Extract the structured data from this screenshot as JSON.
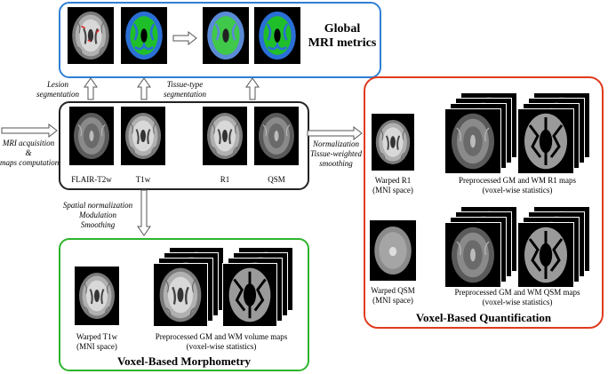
{
  "colors": {
    "global_border": "#2f7fd6",
    "main_border": "#222222",
    "vbm_border": "#2cb52c",
    "vbq_border": "#e03b1f",
    "gm": "#2a6fd6",
    "wm": "#1fbf2a"
  },
  "global_panel": {
    "title_line1": "Global",
    "title_line2": "MRI metrics"
  },
  "arrows": {
    "lesion_line1": "Lesion",
    "lesion_line2": "segmentation",
    "tissue_line1": "Tissue-type",
    "tissue_line2": "segmentation",
    "acq_line1": "MRI acquisition",
    "acq_line2": "&",
    "acq_line3": "maps computation",
    "norm_line1": "Normalization",
    "norm_line2": "Tissue-weighted",
    "norm_line3": "smoothing",
    "spatial_line1": "Spatial normalization",
    "spatial_line2": "Modulation",
    "spatial_line3": "Smoothing"
  },
  "main_panel": {
    "flair_label": "FLAIR-T2w",
    "t1w_label": "T1w",
    "r1_label": "R1",
    "qsm_label": "QSM"
  },
  "vbm_panel": {
    "warped_line1": "Warped T1w",
    "warped_line2": "(MNI space)",
    "maps_line1": "Preprocessed GM and WM volume maps",
    "maps_line2": "(voxel-wise statistics)",
    "title": "Voxel-Based Morphometry"
  },
  "vbq_panel": {
    "r1_line1": "Warped R1",
    "r1_line2": "(MNI space)",
    "r1maps_line1": "Preprocessed GM and WM R1 maps",
    "r1maps_line2": "(voxel-wise statistics)",
    "qsm_line1": "Warped QSM",
    "qsm_line2": "(MNI space)",
    "qsmmaps_line1": "Preprocessed GM and WM QSM maps",
    "qsmmaps_line2": "(voxel-wise statistics)",
    "title": "Voxel-Based Quantification"
  }
}
